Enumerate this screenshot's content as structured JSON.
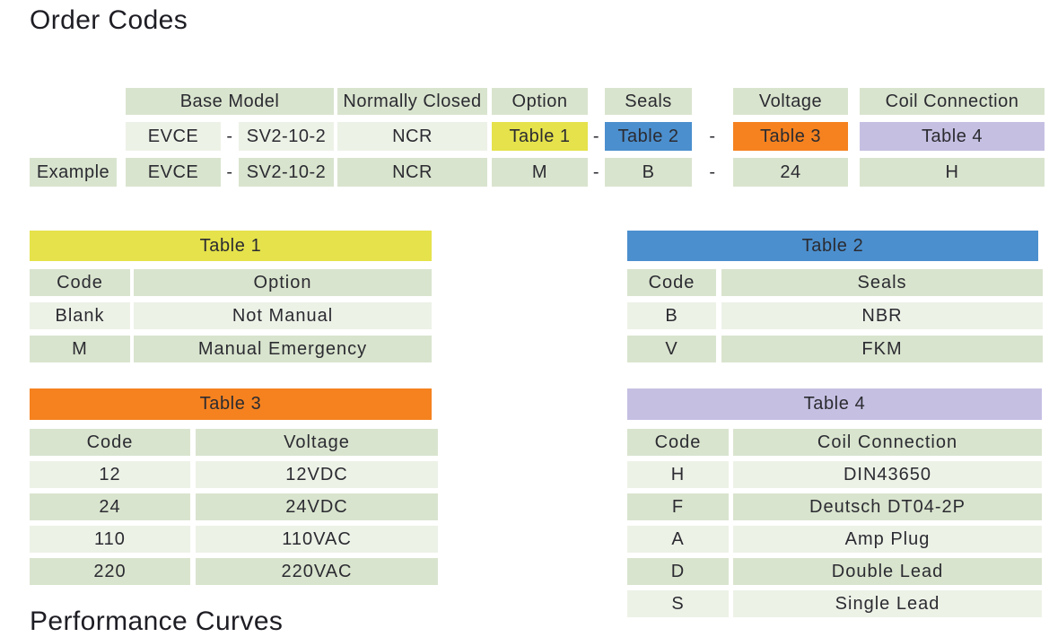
{
  "page": {
    "title": "Order Codes",
    "next_section_title": "Performance Curves"
  },
  "colors": {
    "cell_green": "#d9e4ce",
    "cell_light": "#edf2e7",
    "table1_accent": "#e5e24b",
    "table2_accent": "#4b8fce",
    "table3_accent": "#f5821f",
    "table4_accent": "#c5c0e2",
    "text": "#2b2b31"
  },
  "order_table": {
    "dash": "-",
    "example_label": "Example",
    "col_headers": {
      "base_model": "Base Model",
      "normally_closed": "Normally Closed",
      "option": "Option",
      "seals": "Seals",
      "voltage": "Voltage",
      "coil_connection": "Coil Connection"
    },
    "code_row": {
      "base_prefix": "EVCE",
      "base_model": "SV2-10-2",
      "normally_closed": "NCR",
      "option": "Table 1",
      "seals": "Table 2",
      "voltage": "Table 3",
      "coil_connection": "Table 4"
    },
    "example_row": {
      "base_prefix": "EVCE",
      "base_model": "SV2-10-2",
      "normally_closed": "NCR",
      "option": "M",
      "seals": "B",
      "voltage": "24",
      "coil_connection": "H"
    }
  },
  "tables": [
    {
      "title": "Table 1",
      "code_header": "Code",
      "value_header": "Option",
      "rows": [
        [
          "Blank",
          "Not Manual"
        ],
        [
          "M",
          "Manual Emergency"
        ]
      ]
    },
    {
      "title": "Table 2",
      "code_header": "Code",
      "value_header": "Seals",
      "rows": [
        [
          "B",
          "NBR"
        ],
        [
          "V",
          "FKM"
        ]
      ]
    },
    {
      "title": "Table 3",
      "code_header": "Code",
      "value_header": "Voltage",
      "rows": [
        [
          "12",
          "12VDC"
        ],
        [
          "24",
          "24VDC"
        ],
        [
          "110",
          "110VAC"
        ],
        [
          "220",
          "220VAC"
        ]
      ]
    },
    {
      "title": "Table 4",
      "code_header": "Code",
      "value_header": "Coil Connection",
      "rows": [
        [
          "H",
          "DIN43650"
        ],
        [
          "F",
          "Deutsch DT04-2P"
        ],
        [
          "A",
          "Amp Plug"
        ],
        [
          "D",
          "Double Lead"
        ],
        [
          "S",
          "Single Lead"
        ]
      ]
    }
  ]
}
